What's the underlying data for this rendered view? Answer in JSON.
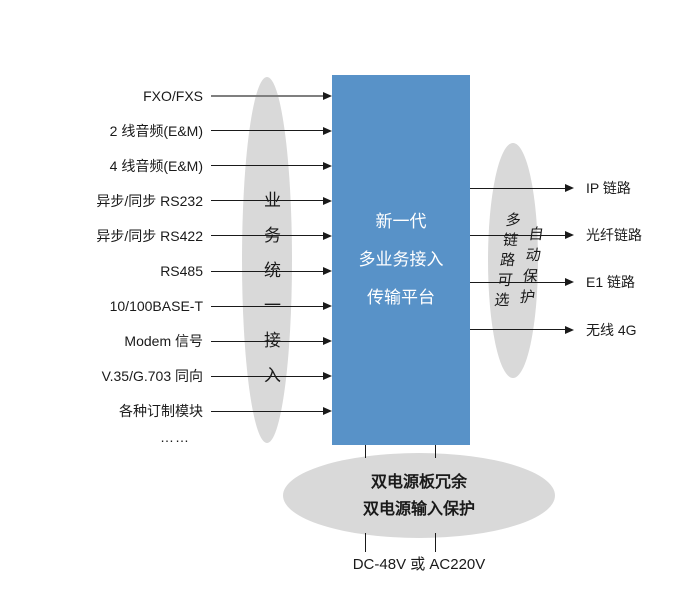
{
  "diagram": {
    "inputs": [
      "FXO/FXS",
      "2 线音频(E&M)",
      "4 线音频(E&M)",
      "异步/同步 RS232",
      "异步/同步 RS422",
      "RS485",
      "10/100BASE-T",
      "Modem 信号",
      "V.35/G.703 同向",
      "各种订制模块"
    ],
    "inputs_more": "……",
    "left_ellipse_text": "业务统一接入",
    "platform": {
      "line1": "新一代",
      "line2": "多业务接入",
      "line3": "传输平台"
    },
    "right_ellipse": {
      "col1": "多链路可选",
      "col2": "自动保护"
    },
    "outputs": [
      "IP 链路",
      "光纤链路",
      "E1 链路",
      "无线 4G"
    ],
    "power": {
      "line1": "双电源板冗余",
      "line2": "双电源输入保护",
      "source_label": "DC-48V 或 AC220V"
    },
    "colors": {
      "platform_blue": "#5892C8",
      "ellipse_gray": "#D9D9D9",
      "line_black": "#1a1a1a",
      "line_gray": "#7f7f7f"
    }
  }
}
